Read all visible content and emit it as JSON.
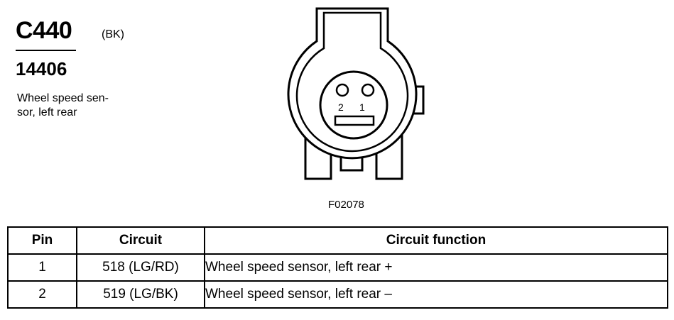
{
  "connector": {
    "id": "C440",
    "color": "(BK)",
    "part_number": "14406",
    "description": "Wheel speed sen-\nsor, left rear"
  },
  "diagram": {
    "pin_labels": [
      "2",
      "1"
    ],
    "figure_id": "F02078"
  },
  "table": {
    "headers": {
      "pin": "Pin",
      "circuit": "Circuit",
      "function": "Circuit function"
    },
    "rows": [
      {
        "pin": "1",
        "circuit": "518 (LG/RD)",
        "function": "Wheel speed sensor, left rear +"
      },
      {
        "pin": "2",
        "circuit": "519 (LG/BK)",
        "function": "Wheel speed sensor, left rear –"
      }
    ]
  }
}
